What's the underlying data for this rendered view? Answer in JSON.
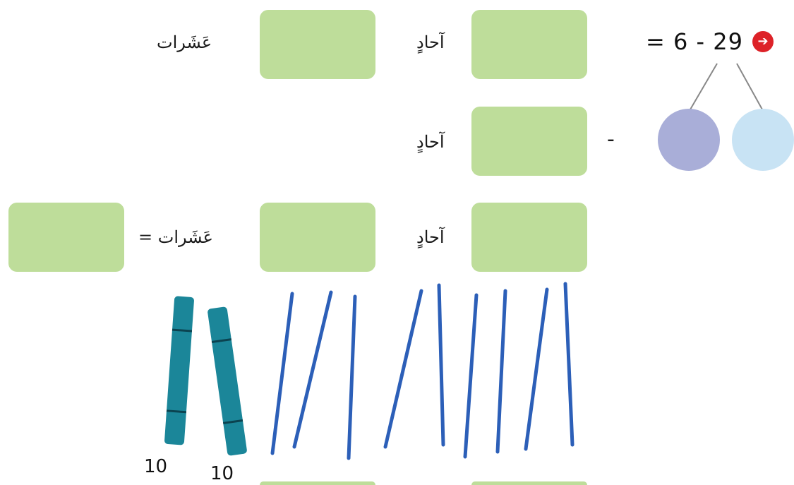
{
  "equation": {
    "text": "= 6 - 29",
    "badge_icon": "subtraction-badge-icon"
  },
  "labels": {
    "ones": "آحادٍ",
    "tens": "عَشَرات",
    "tens_equals": "عَشَرات ="
  },
  "operators": {
    "minus": "-"
  },
  "blocks": {
    "tens_rods": [
      {
        "label": "10"
      },
      {
        "label": "10"
      }
    ],
    "ones_sticks_count": 9
  },
  "colors": {
    "answer_box": "#bedd9a",
    "left_circle": "#a9aed8",
    "right_circle": "#c8e3f4",
    "rod": "#1b8699",
    "stick": "#2c5fb8",
    "badge": "#dd2228"
  }
}
